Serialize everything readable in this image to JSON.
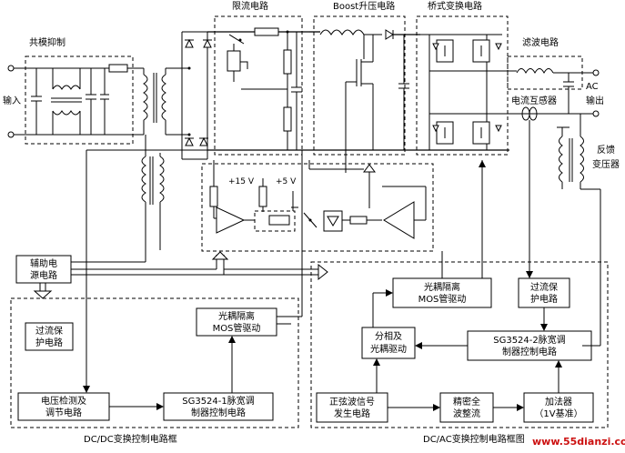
{
  "labels": {
    "common_mode": "共模抑制",
    "input": "输入",
    "current_limit": "限流电路",
    "boost": "Boost升压电路",
    "bridge": "桥式变换电路",
    "filter": "滤波电路",
    "ac_out_1": "AC",
    "ac_out_2": "输出",
    "ct": "电流互感器",
    "fb_1": "反馈",
    "fb_2": "变压器",
    "v15": "+15 V",
    "v5": "+5 V",
    "aux_1": "辅助电",
    "aux_2": "源电路",
    "oc_left_1": "过流保",
    "oc_left_2": "护电路",
    "opto_left_1": "光耦隔离",
    "opto_left_2": "MOS管驱动",
    "vdet_1": "电压检测及",
    "vdet_2": "调节电路",
    "sg1_1": "SG3524-1脉宽调",
    "sg1_2": "制器控制电路",
    "opto_right_1": "光耦隔离",
    "opto_right_2": "MOS管驱动",
    "oc_right_1": "过流保",
    "oc_right_2": "护电路",
    "phase_1": "分相及",
    "phase_2": "光耦驱动",
    "sg2_1": "SG3524-2脉宽调",
    "sg2_2": "制器控制电路",
    "sine_1": "正弦波信号",
    "sine_2": "发生电路",
    "rect_1": "精密全",
    "rect_2": "波整流",
    "adder_1": "加法器",
    "adder_2": "（1V基准）",
    "dcdc_frame": "DC/DC变换控制电路框",
    "dcac_frame": "DC/AC变换控制电路框图",
    "watermark": "www.55dianzi.com"
  }
}
